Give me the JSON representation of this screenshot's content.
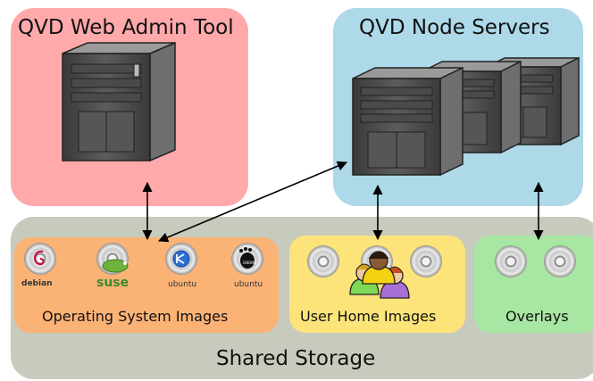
{
  "diagram": {
    "admin": {
      "title": "QVD Web Admin Tool"
    },
    "nodes": {
      "title": "QVD Node Servers"
    },
    "storage": {
      "title": "Shared Storage"
    },
    "os_images": {
      "title": "Operating System Images",
      "logos": [
        {
          "label": "debian",
          "icon": "debian-swirl-icon"
        },
        {
          "label": "suse",
          "icon": "suse-chameleon-icon"
        },
        {
          "label": "ubuntu",
          "icon": "kubuntu-icon"
        },
        {
          "label": "ubuntu",
          "icon": "gnome-footprint-icon"
        }
      ]
    },
    "home_images": {
      "title": "User Home Images"
    },
    "overlays": {
      "title": "Overlays"
    },
    "colors": {
      "admin": "#ffa9ab",
      "nodes": "#add9e8",
      "storage": "#c7cbbd",
      "os": "#fbb275",
      "home": "#fce37a",
      "overlays": "#a8e6a3"
    }
  }
}
